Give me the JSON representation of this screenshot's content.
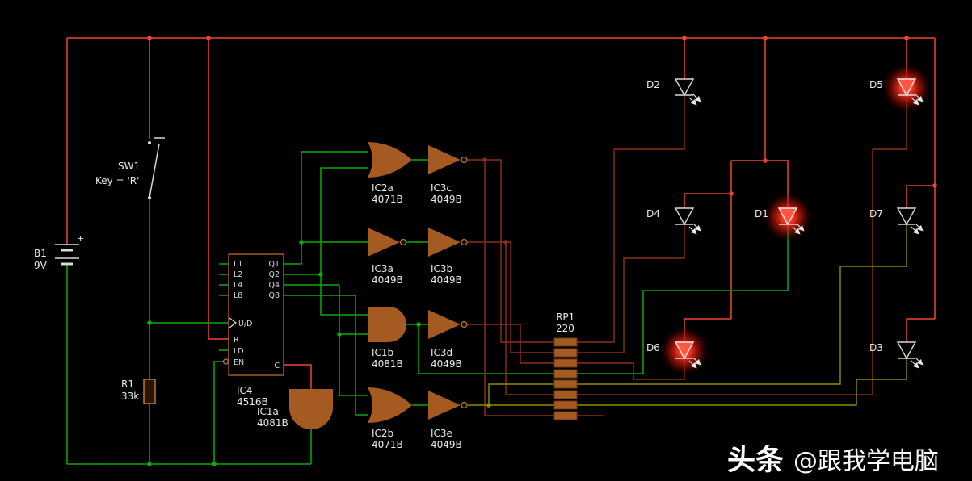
{
  "meta": {
    "app": "circuit-simulator-schematic"
  },
  "colors": {
    "background": "#000000",
    "wire_high": "#ef4434",
    "wire_low": "#0ca80c",
    "wire_dark": "#8e2d1d",
    "wire_olive": "#8e8e00",
    "component_body": "#a45a20",
    "text": "#e9e9e9",
    "led_glow": "#f72a18"
  },
  "battery": {
    "ref": "B1",
    "value": "9V",
    "plus": "+"
  },
  "switch": {
    "ref": "SW1",
    "key": "Key = 'R'"
  },
  "resistor": {
    "ref": "R1",
    "value": "33k"
  },
  "counter": {
    "ref": "IC4",
    "value": "4516B",
    "pins": {
      "l": [
        "L1",
        "L2",
        "L4",
        "L8"
      ],
      "q": [
        "Q1",
        "Q2",
        "Q4",
        "Q8"
      ],
      "ctl": [
        "U/D",
        "R",
        "LD",
        "EN"
      ],
      "clk": "C"
    }
  },
  "gates": {
    "ic2a": {
      "ref": "IC2a",
      "value": "4071B",
      "type": "or"
    },
    "ic3c": {
      "ref": "IC3c",
      "value": "4049B",
      "type": "not"
    },
    "ic3a": {
      "ref": "IC3a",
      "value": "4049B",
      "type": "not"
    },
    "ic3b": {
      "ref": "IC3b",
      "value": "4049B",
      "type": "not"
    },
    "ic1b": {
      "ref": "IC1b",
      "value": "4081B",
      "type": "and"
    },
    "ic3d": {
      "ref": "IC3d",
      "value": "4049B",
      "type": "not"
    },
    "ic2b": {
      "ref": "IC2b",
      "value": "4071B",
      "type": "or"
    },
    "ic3e": {
      "ref": "IC3e",
      "value": "4049B",
      "type": "not"
    },
    "ic1a": {
      "ref": "IC1a",
      "value": "4081B",
      "type": "and"
    }
  },
  "resistor_pack": {
    "ref": "RP1",
    "value": "220",
    "count": 8
  },
  "leds": {
    "d2": {
      "ref": "D2",
      "lit": false
    },
    "d5": {
      "ref": "D5",
      "lit": true
    },
    "d4": {
      "ref": "D4",
      "lit": false
    },
    "d1": {
      "ref": "D1",
      "lit": true
    },
    "d7": {
      "ref": "D7",
      "lit": false
    },
    "d6": {
      "ref": "D6",
      "lit": true
    },
    "d3": {
      "ref": "D3",
      "lit": false
    }
  },
  "watermark": {
    "brand": "头条",
    "handle": "@跟我学电脑"
  }
}
